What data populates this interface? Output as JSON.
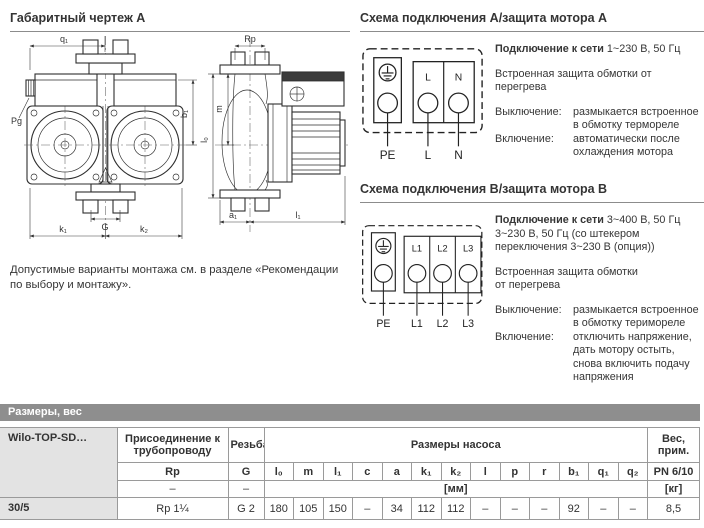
{
  "left": {
    "heading": "Габаритный чертеж A",
    "note": "Допустимые варианты монтажа см. в разделе «Рекомендации по выбору и монтажу».",
    "drawing": {
      "labels": {
        "q1": "q₁",
        "pg": "Pg",
        "b1": "b₁",
        "g": "G",
        "k1": "k₁",
        "k2": "k₂",
        "rp": "Rp",
        "m": "m",
        "l0": "l₀",
        "a1": "a₁",
        "l1": "l₁"
      }
    }
  },
  "section_a": {
    "heading": "Схема подключения A/защита мотора A",
    "diagram": {
      "cells": [
        "L",
        "N"
      ],
      "leads": [
        "PE",
        "L",
        "N"
      ]
    },
    "mains_bold": "Подключение к сети",
    "mains_rest": " 1~230 В, 50 Гц",
    "protection": "Встроенная защита обмотки от перегрева",
    "off_label": "Выключение:",
    "off_text": "размыкается встроенное в обмотку термореле",
    "on_label": "Включение:",
    "on_text": "автоматически после охлаждения мотора"
  },
  "section_b": {
    "heading": "Схема подключения B/защита мотора B",
    "diagram": {
      "cells": [
        "L1",
        "L2",
        "L3"
      ],
      "leads": [
        "PE",
        "L1",
        "L2",
        "L3"
      ]
    },
    "mains_bold": "Подключение к сети",
    "mains_rest": " 3~400 В, 50 Гц",
    "mains_more": "3~230 В, 50 Гц (со штекером переключения 3~230 В (опция))",
    "protection_1": "Встроенная защита обмотки",
    "protection_2": "от перегрева",
    "off_label": "Выключение:",
    "off_text": "размыкается встроенное в обмотку теримореле",
    "on_label": "Включение:",
    "on_text": "отключить напряжение, дать мотору остыть, снова включить подачу напряжения"
  },
  "table": {
    "bar_title": "Размеры, вес",
    "model_header": "Wilo-TOP-SD…",
    "pipe_header": "Присоединение к трубопроводу",
    "thread_header": "Резьба",
    "dims_header": "Размеры насоса",
    "weight_header": "Вес, прим.",
    "pipe_sub": "Rp",
    "thread_sub": "G",
    "weight_sub": "PN 6/10",
    "pipe_dash": "–",
    "thread_dash": "–",
    "unit_mm": "[мм]",
    "unit_kg": "[кг]",
    "dim_cols": [
      "l₀",
      "m",
      "l₁",
      "c",
      "a",
      "k₁",
      "k₂",
      "l",
      "p",
      "r",
      "b₁",
      "q₁",
      "q₂"
    ],
    "row": {
      "model": "30/5",
      "pipe": "Rp 1¼",
      "thread": "G 2",
      "dims": [
        "180",
        "105",
        "150",
        "–",
        "34",
        "112",
        "112",
        "–",
        "–",
        "–",
        "92",
        "–",
        "–"
      ],
      "weight": "8,5"
    }
  },
  "colors": {
    "bar_bg": "#8e8e8e",
    "header_cell_bg": "#e3e3e3",
    "text": "#363636"
  }
}
